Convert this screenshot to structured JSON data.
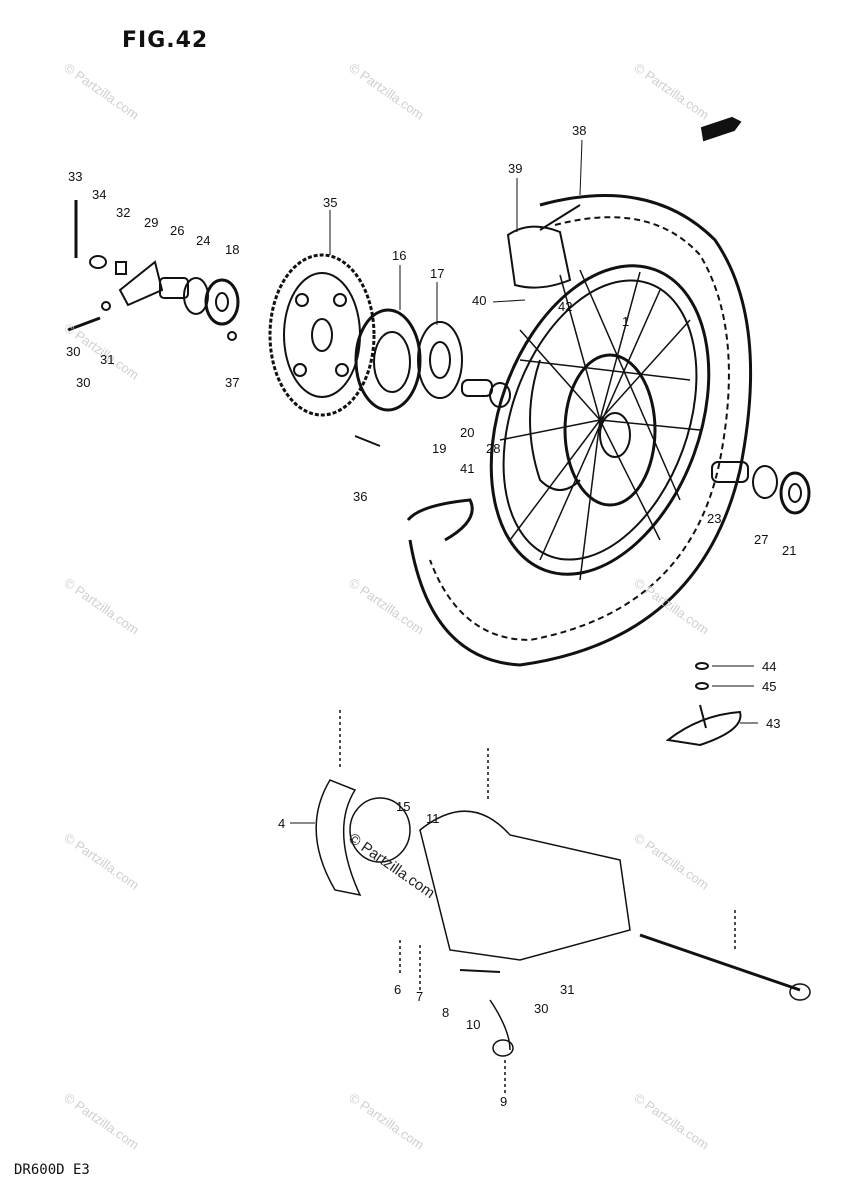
{
  "figure": {
    "title": "FIG.42",
    "footer": "DR600D E3"
  },
  "watermark": {
    "text": "© Partzilla.com"
  },
  "callouts": {
    "c1": "1",
    "c4": "4",
    "c6": "6",
    "c7": "7",
    "c8": "8",
    "c9": "9",
    "c10": "10",
    "c11": "11",
    "c15": "15",
    "c16": "16",
    "c17": "17",
    "c18": "18",
    "c19": "19",
    "c20": "20",
    "c21": "21",
    "c23": "23",
    "c24": "24",
    "c26": "26",
    "c27": "27",
    "c28": "28",
    "c29": "29",
    "c30": "30",
    "c30b": "30",
    "c31": "31",
    "c31b": "31",
    "c32": "32",
    "c33": "33",
    "c34": "34",
    "c35": "35",
    "c36": "36",
    "c37": "37",
    "c38": "38",
    "c39": "39",
    "c40": "40",
    "c41": "41",
    "c42": "42",
    "c43": "43",
    "c44": "44",
    "c45": "45"
  }
}
